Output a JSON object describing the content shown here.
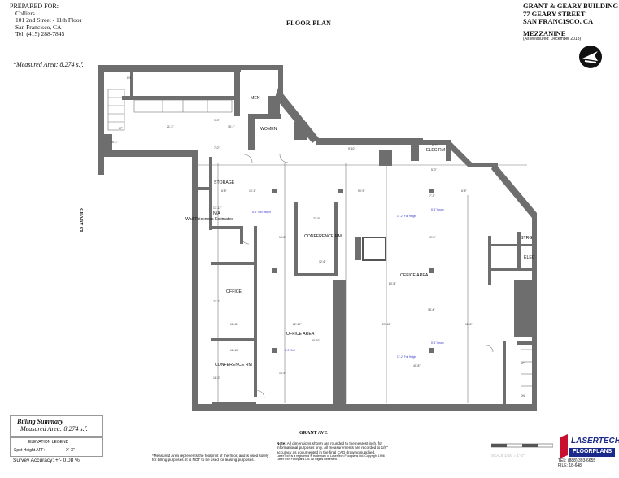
{
  "prepared_for": {
    "heading": "PREPARED FOR:",
    "lines": [
      "Colliers",
      "101 2nd Street - 11th Floor",
      "San Francisco, CA",
      "Tel: (415) 288-7845"
    ]
  },
  "plan_title": "FLOOR PLAN",
  "building": {
    "name": "GRANT & GEARY BUILDING",
    "street": "77 GEARY STREET",
    "city": "SAN FRANCISCO, CA",
    "floor": "MEZZANINE",
    "as_measured": "(As Measured:  December 2018)"
  },
  "measured_area_top": "*Measured Area:      8,274 s.f.",
  "streets": {
    "side": "GEARY ST",
    "bottom": "GRANT AVE"
  },
  "rooms": {
    "men": "MEN",
    "women": "WOMEN",
    "elec_rm": "ELEC RM",
    "storage": "STORAGE",
    "na_1": "N/A",
    "na_2": "Wall Thickness Estimated",
    "conference_rm_1": "CONFERENCE RM",
    "office_area_1": "OFFICE AREA",
    "office": "OFFICE",
    "office_area_2": "OFFICE AREA",
    "conference_rm_2": "CONFERENCE RM",
    "strg": "STRG",
    "elec": "ELEC",
    "dn": "DN",
    "up": "UP"
  },
  "dimensions": {
    "d1": "21'-3\"",
    "d2": "15'-1\"",
    "d3": "9'-3\"",
    "d4": "7'-0\"",
    "d5": "15'-3\"",
    "d6": "9'-10\"",
    "d7": "8'-7\"",
    "d8": "5'-0\"",
    "d9": "6'-8\"",
    "d10": "10'-1\"",
    "d11": "90'-9\"",
    "d12": "7'-3\"",
    "d13": "6'-5\"",
    "d14": "17'-11\"",
    "d15": "27'-9\"",
    "d16": "12'-6\"",
    "d17": "16'-8\"",
    "d18": "19'-8\"",
    "d19": "80'-8\"",
    "d20": "22'-7\"",
    "d21": "11'-11\"",
    "d22": "22'-10\"",
    "d23": "29'-10\"",
    "d24": "12'-8\"",
    "d25": "18'-4\"",
    "d26": "11'-10\"",
    "d27": "16'-0\"",
    "d28": "30'-10\"",
    "d29": "40'-8\"",
    "d30": "16'-9\""
  },
  "blue_notes": {
    "b1": "8'-1\" Ceil Height",
    "b2": "11'-2\" Full Height",
    "b3": "8'-4\" Beam",
    "b4": "8'-4\" Beam",
    "b5": "11'-2\" Full Height",
    "b6": "8'-0\" Ceil"
  },
  "billing": {
    "title": "Billing Summary",
    "area": "Measured Area:      8,274 s.f."
  },
  "elevation_legend": {
    "title": "ELEVATION LEGEND",
    "label": "Spot Height AFF:",
    "value": "X'-X\""
  },
  "survey_accuracy": "Survey Accuracy:  +/-  0.08 %",
  "footnote": "*Measured Area represents the footprint of the floor, and is used solely for billing purposes. It is NOT to be used for leasing purposes.",
  "note": {
    "label": "Note:",
    "text": "All dimensions shown are rounded to the nearest inch, for informational purposes only. All measurements are recorded to 1/8\" accuracy as documented in the final CAD drawing supplied.",
    "copyright": "LaserTech is a registered ® trademark of LaserTech Floorplans Ltd. Copyright 1996 LaserTech Floorplans Ltd. All Rights Reserved."
  },
  "scale_text": "SCALE  1/16\" = 1'-0\"",
  "logo": {
    "line1": "LASERTECH",
    "line2": "FLOORPLANS"
  },
  "contact": {
    "tel": "TEL:  (888) 393-6655",
    "file": "FILE:  18-648"
  },
  "colors": {
    "wall": "#6e6e6e",
    "wall_dark": "#555555",
    "logo_red": "#c8102e",
    "logo_blue": "#1a2a8c",
    "note_blue": "#3b3bd0"
  }
}
